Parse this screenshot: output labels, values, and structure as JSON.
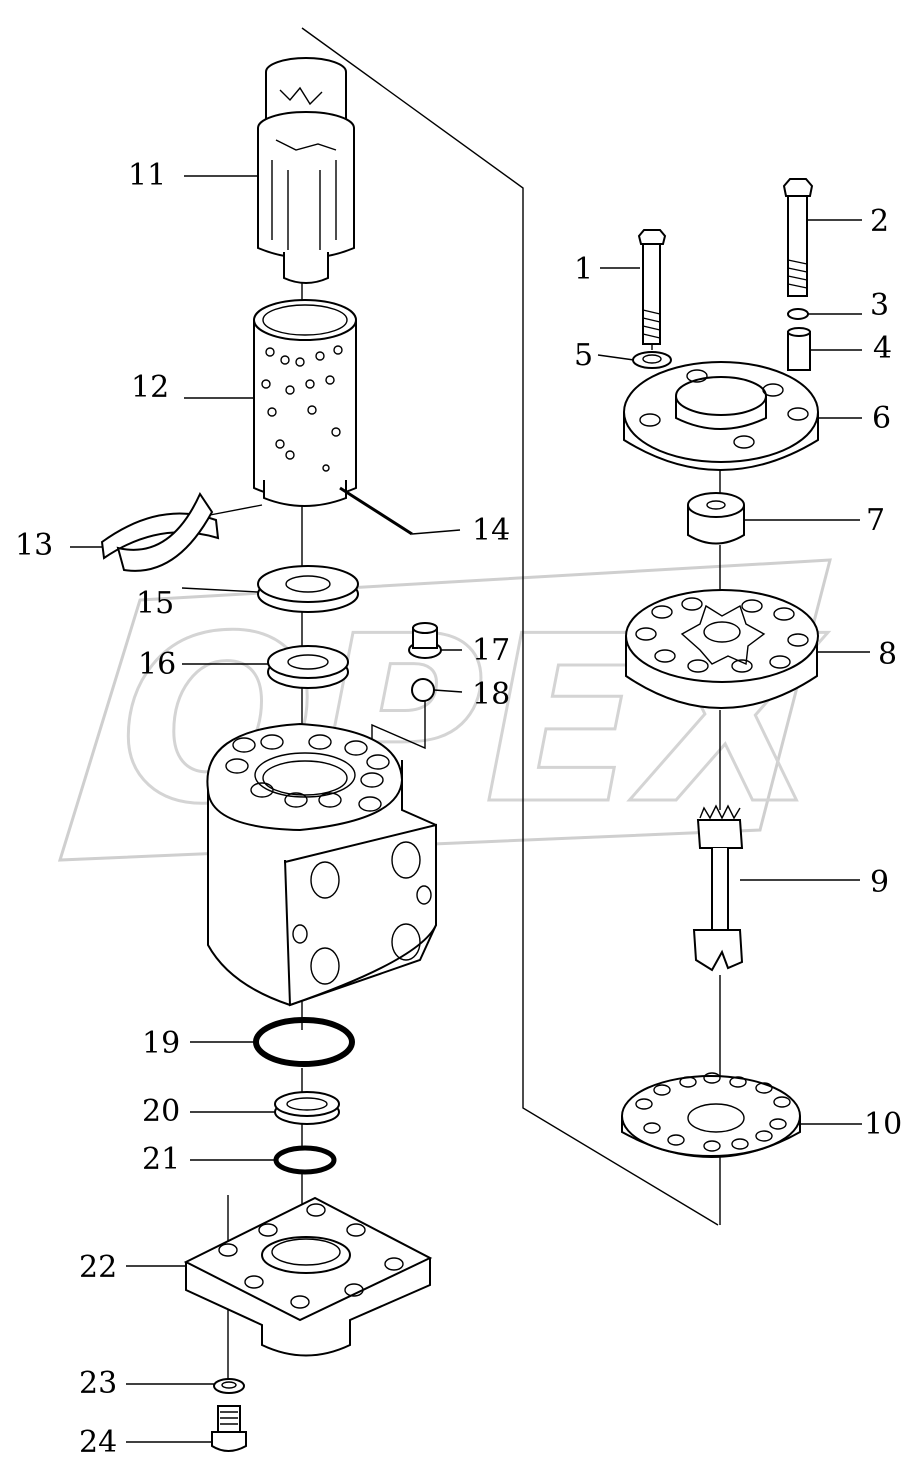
{
  "watermark": "OPEX",
  "callouts": [
    "1",
    "2",
    "3",
    "4",
    "5",
    "6",
    "7",
    "8",
    "9",
    "10",
    "11",
    "12",
    "13",
    "14",
    "15",
    "16",
    "17",
    "18",
    "19",
    "20",
    "21",
    "22",
    "23",
    "24"
  ]
}
